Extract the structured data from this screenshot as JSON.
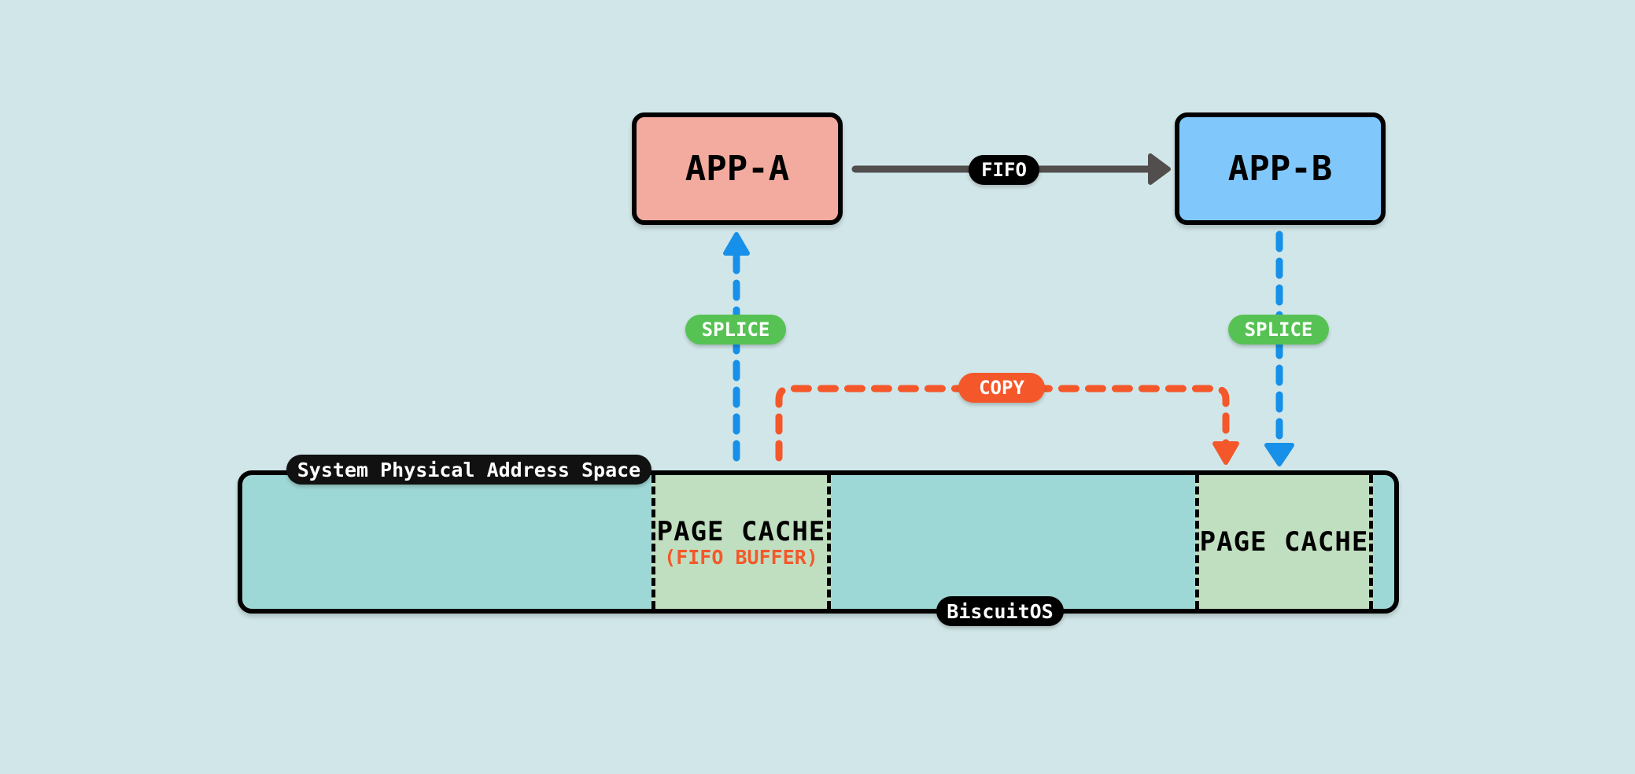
{
  "diagram": {
    "apps": [
      {
        "id": "app-a",
        "label": "APP-A",
        "color": "#f2ab9e"
      },
      {
        "id": "app-b",
        "label": "APP-B",
        "color": "#80c8fc"
      }
    ],
    "fifo_label": "FIFO",
    "splice_left_label": "SPLICE",
    "splice_right_label": "SPLICE",
    "copy_label": "COPY",
    "memory": {
      "title": "System Physical Address Space",
      "footer": "BiscuitOS",
      "page_caches": [
        {
          "title": "PAGE CACHE",
          "subtitle": "(FIFO BUFFER)"
        },
        {
          "title": "PAGE CACHE",
          "subtitle": ""
        }
      ]
    },
    "colors": {
      "background": "#d1e6e8",
      "memory_fill": "#9ed8d6",
      "page_cache_fill": "#c0dfc0",
      "splice_arrow": "#1690e8",
      "copy_arrow": "#f4582a",
      "fifo_arrow": "#514e4d",
      "splice_label": "#57c254",
      "copy_label": "#f4582a",
      "dark_label": "#000000"
    }
  }
}
